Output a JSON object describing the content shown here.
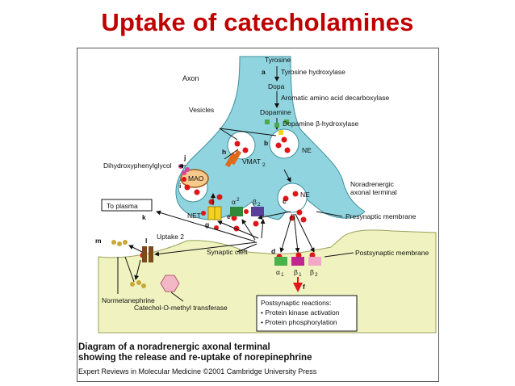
{
  "slide": {
    "title": "Uptake of catecholamines"
  },
  "diagram": {
    "labels": {
      "tyrosine": "Tyrosine",
      "a": "a",
      "tyrosine_hydroxylase": "Tyrosine hydroxylase",
      "axon": "Axon",
      "dopa": "Dopa",
      "aadc": "Aromatic amino acid decarboxylase",
      "vesicles": "Vesicles",
      "dopamine": "Dopamine",
      "dbh": "Dopamine β-hydroxylase",
      "b": "b",
      "ne_vesicle": "NE",
      "j": "j",
      "dhpg": "Dihydroxyphenylglycol",
      "h": "h",
      "vmat2": "VMAT",
      "vmat2_sub": "2",
      "mao": "MAO",
      "i": "i",
      "ne_release": "NE",
      "c": "c",
      "noradrenergic_terminal_1": "Noradrenergic",
      "noradrenergic_terminal_2": "axonal terminal",
      "to_plasma": "To plasma",
      "alpha2": "α",
      "alpha2_sub": "2",
      "beta2_pre": "β",
      "beta2_pre_sub": "2",
      "k": "k",
      "net": "NET",
      "e": "e",
      "g": "g",
      "presynaptic_membrane": "Presynaptic membrane",
      "uptake2": "Uptake 2",
      "m": "m",
      "l": "l",
      "synaptic_cleft": "Synaptic cleft",
      "d": "d",
      "postsynaptic_membrane": "Postsynaptic membrane",
      "alpha1": "α",
      "alpha1_sub": "1",
      "beta1": "β",
      "beta1_sub": "1",
      "beta2_post": "β",
      "beta2_post_sub": "2",
      "f": "f",
      "normetanephrine": "Normetanephrine",
      "comt": "Catechol-O-methyl transferase",
      "postsynaptic_reactions": "Postsynaptic reactions:",
      "pka": "• Protein kinase activation",
      "pp": "• Protein phosphorylation"
    },
    "caption_line1": "Diagram of a noradrenergic axonal terminal",
    "caption_line2": "showing the release and re-uptake of norepinephrine",
    "credit": "Expert Reviews in Molecular Medicine ©2001 Cambridge University Press",
    "colors": {
      "axon_fill": "#8fd4df",
      "postsynaptic_fill": "#f0f3bf",
      "ne_dot": "#e0151a",
      "alpha2_receptor": "#2e8a3a",
      "beta2_receptor": "#5a3f9a",
      "alpha1_receptor": "#49b24a",
      "beta1_receptor": "#c0268f",
      "net_transporter": "#f2d21a",
      "title": "#c00000"
    }
  }
}
